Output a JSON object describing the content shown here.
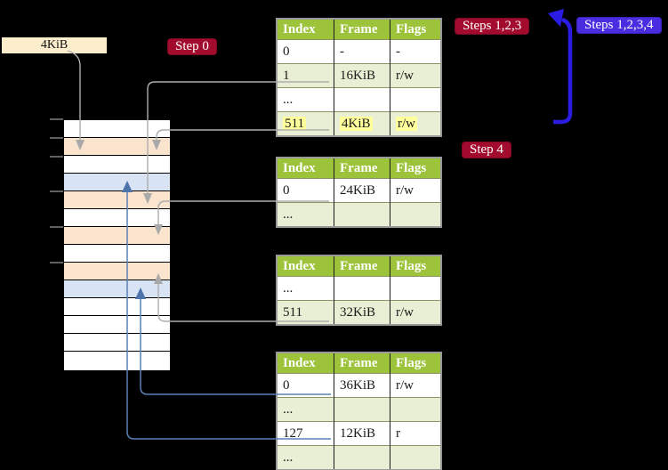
{
  "labels": {
    "page_box": "4KiB",
    "step0": "Step 0",
    "steps123": "Steps 1,2,3",
    "steps1234": "Steps 1,2,3,4",
    "step4": "Step 4"
  },
  "tables": [
    {
      "name": "page-table-top",
      "headers": [
        "Index",
        "Frame",
        "Flags"
      ],
      "rows": [
        {
          "cells": [
            "0",
            "-",
            "-"
          ]
        },
        {
          "cells": [
            "1",
            "16KiB",
            "r/w"
          ]
        },
        {
          "cells": [
            "...",
            "",
            ""
          ]
        },
        {
          "cells": [
            "511",
            "4KiB",
            "r/w"
          ],
          "highlight": true
        }
      ]
    },
    {
      "name": "page-table-mid-1",
      "headers": [
        "Index",
        "Frame",
        "Flags"
      ],
      "rows": [
        {
          "cells": [
            "0",
            "24KiB",
            "r/w"
          ]
        },
        {
          "cells": [
            "...",
            "",
            ""
          ]
        }
      ]
    },
    {
      "name": "page-table-mid-2",
      "headers": [
        "Index",
        "Frame",
        "Flags"
      ],
      "rows": [
        {
          "cells": [
            "...",
            "",
            ""
          ]
        },
        {
          "cells": [
            "511",
            "32KiB",
            "r/w"
          ]
        }
      ]
    },
    {
      "name": "page-table-bottom",
      "headers": [
        "Index",
        "Frame",
        "Flags"
      ],
      "rows": [
        {
          "cells": [
            "0",
            "36KiB",
            "r/w"
          ]
        },
        {
          "cells": [
            "...",
            "",
            ""
          ]
        },
        {
          "cells": [
            "127",
            "12KiB",
            "r"
          ]
        },
        {
          "cells": [
            "...",
            "",
            ""
          ]
        }
      ]
    }
  ],
  "memory_column": {
    "row_colors": [
      "white",
      "peach",
      "white",
      "blue",
      "peach",
      "white",
      "peach",
      "white",
      "peach",
      "blue",
      "white",
      "white",
      "white",
      "white"
    ]
  },
  "colors": {
    "step_label_red": "#a30b2e",
    "steps_label_blue": "#4a2de0",
    "big_arrow_blue": "#2b1ce4",
    "table_header_green": "#9dc33b",
    "table_row_green": "#e9efd4",
    "highlight_yellow": "#ffff9c",
    "memory_peach": "#fbe4cd",
    "memory_blue": "#d8e4f3",
    "page_box_beige": "#fceecd",
    "memory_arrow_blue": "#5a80b4",
    "connector_gray": "#adadad"
  }
}
